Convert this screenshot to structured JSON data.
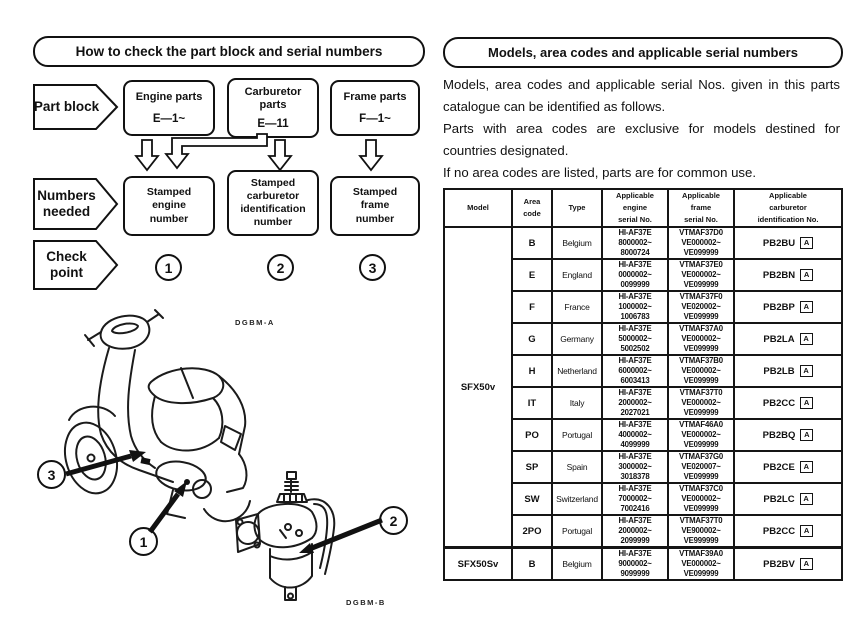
{
  "left_panel": {
    "title": "How to check the part block and serial numbers",
    "part_block_label": "Part block",
    "part_blocks": [
      {
        "name": "Engine parts",
        "code": "E—1~"
      },
      {
        "name": "Carburetor\nparts",
        "code": "E—11"
      },
      {
        "name": "Frame parts",
        "code": "F—1~"
      }
    ],
    "numbers_needed_label": "Numbers\nneeded",
    "numbers_needed": [
      "Stamped\nengine\nnumber",
      "Stamped\ncarburetor\nidentification\nnumber",
      "Stamped\nframe\nnumber"
    ],
    "check_point_label": "Check\npoint",
    "check_points": [
      "1",
      "2",
      "3"
    ],
    "figure_a_label": "DGBM-A",
    "figure_b_label": "DGBM-B",
    "callouts": {
      "frame": "3",
      "engine": "1",
      "carburetor": "2"
    }
  },
  "right_panel": {
    "title": "Models, area codes and applicable serial numbers",
    "paragraphs": [
      "Models, area codes and applicable serial Nos. given in this parts catalogue can be identified as follows.",
      "Parts with area codes are exclusive for models destined for countries designated.",
      "If no area codes are listed, parts are for common use."
    ],
    "table": {
      "headers": [
        "Model",
        "Area\ncode",
        "Type",
        "Applicable\nengine\nserial No.",
        "Applicable\nframe\nserial No.",
        "Applicable\ncarburetor\nidentification No."
      ],
      "groups": [
        {
          "model": "SFX50v",
          "rows": [
            {
              "area": "B",
              "type": "Belgium",
              "engine": "HI-AF37E\n8000002~\n8000724",
              "frame": "VTMAF37D0\nVE000002~\nVE099999",
              "carb": "PB2BU",
              "carb_box": "A"
            },
            {
              "area": "E",
              "type": "England",
              "engine": "HI-AF37E\n0000002~\n0099999",
              "frame": "VTMAF37E0\nVE000002~\nVE099999",
              "carb": "PB2BN",
              "carb_box": "A"
            },
            {
              "area": "F",
              "type": "France",
              "engine": "HI-AF37E\n1000002~\n1006783",
              "frame": "VTMAF37F0\nVE020002~\nVE099999",
              "carb": "PB2BP",
              "carb_box": "A"
            },
            {
              "area": "G",
              "type": "Germany",
              "engine": "HI-AF37E\n5000002~\n5002502",
              "frame": "VTMAF37A0\nVE000002~\nVE099999",
              "carb": "PB2LA",
              "carb_box": "A"
            },
            {
              "area": "H",
              "type": "Netherland",
              "engine": "HI-AF37E\n6000002~\n6003413",
              "frame": "VTMAF37B0\nVE000002~\nVE099999",
              "carb": "PB2LB",
              "carb_box": "A"
            },
            {
              "area": "IT",
              "type": "Italy",
              "engine": "HI-AF37E\n2000002~\n2027021",
              "frame": "VTMAF37T0\nVE000002~\nVE099999",
              "carb": "PB2CC",
              "carb_box": "A"
            },
            {
              "area": "PO",
              "type": "Portugal",
              "engine": "HI-AF37E\n4000002~\n4099999",
              "frame": "VTMAF46A0\nVE000002~\nVE099999",
              "carb": "PB2BQ",
              "carb_box": "A"
            },
            {
              "area": "SP",
              "type": "Spain",
              "engine": "HI-AF37E\n3000002~\n3018378",
              "frame": "VTMAF37G0\nVE020007~\nVE099999",
              "carb": "PB2CE",
              "carb_box": "A"
            },
            {
              "area": "SW",
              "type": "Switzerland",
              "engine": "HI-AF37E\n7000002~\n7002416",
              "frame": "VTMAF37C0\nVE000002~\nVE099999",
              "carb": "PB2LC",
              "carb_box": "A"
            },
            {
              "area": "2PO",
              "type": "Portugal",
              "engine": "HI-AF37E\n2000002~\n2099999",
              "frame": "VTMAF37T0\nVE900002~\nVE999999",
              "carb": "PB2CC",
              "carb_box": "A"
            }
          ]
        },
        {
          "model": "SFX50Sv",
          "rows": [
            {
              "area": "B",
              "type": "Belgium",
              "engine": "HI-AF37E\n9000002~\n9099999",
              "frame": "VTMAF39A0\nVE000002~\nVE099999",
              "carb": "PB2BV",
              "carb_box": "A"
            }
          ]
        }
      ]
    }
  }
}
